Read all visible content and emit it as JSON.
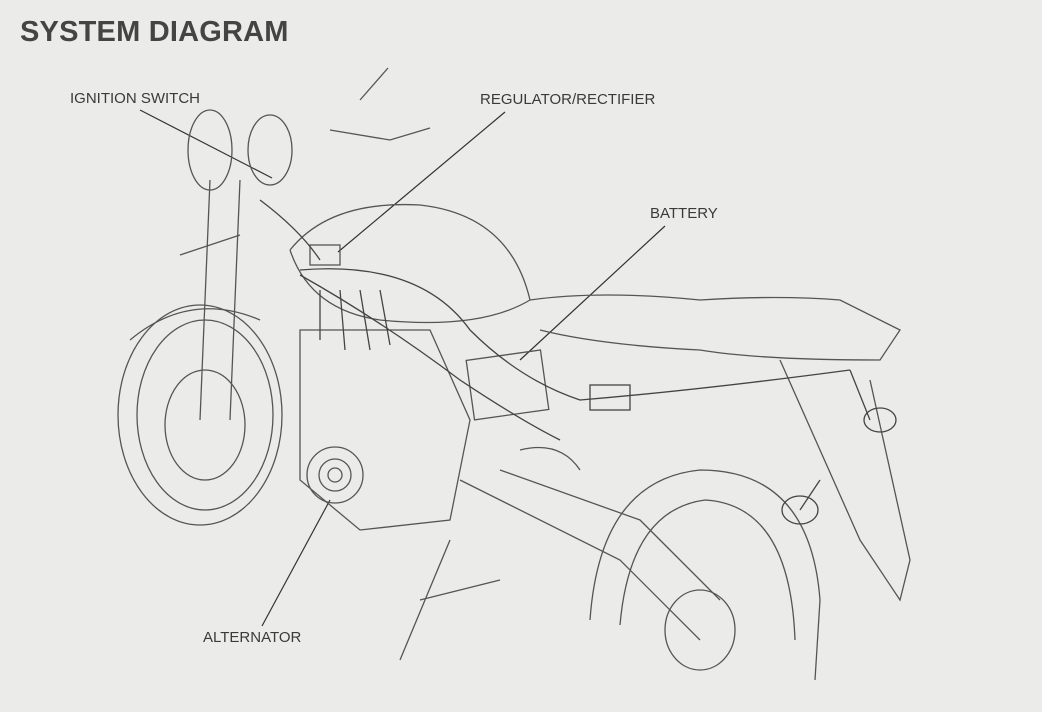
{
  "title": "SYSTEM DIAGRAM",
  "labels": {
    "ignition_switch": "IGNITION SWITCH",
    "regulator_rectifier": "REGULATOR/RECTIFIER",
    "battery": "BATTERY",
    "alternator": "ALTERNATOR"
  }
}
